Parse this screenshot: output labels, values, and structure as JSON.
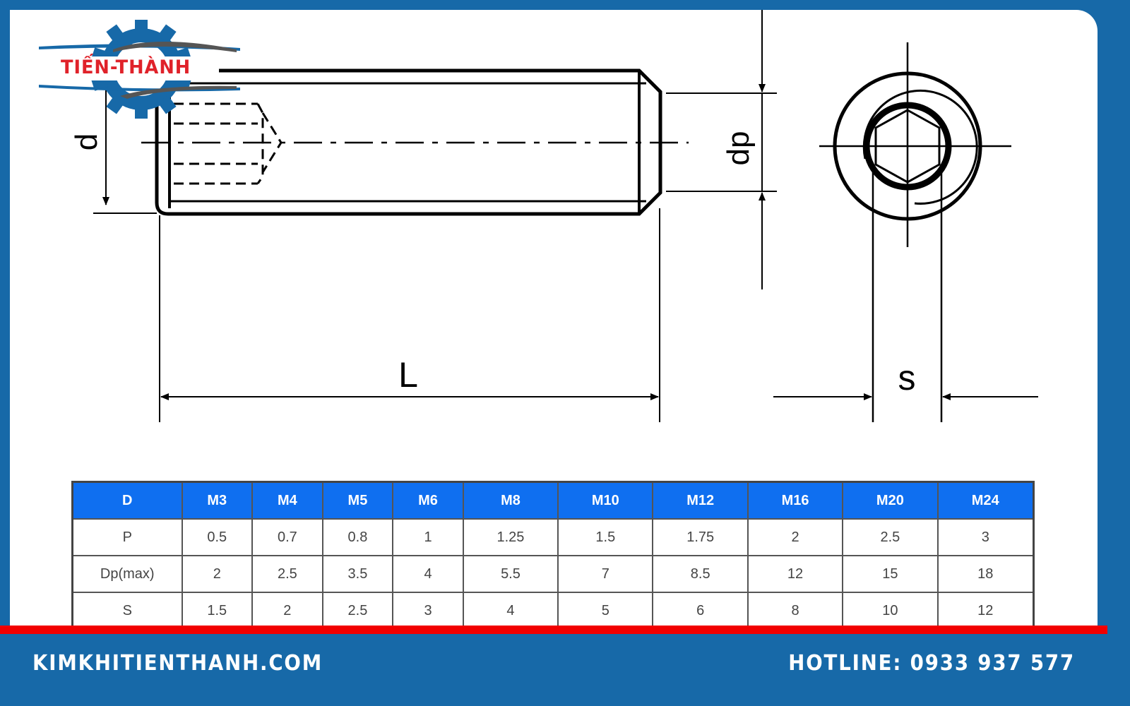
{
  "logo": {
    "brand": "TIẾN-THÀNH",
    "icon": "gear-icon",
    "colors": {
      "gear": "#1769a8",
      "text": "#e0222a",
      "swoosh": "#555555"
    }
  },
  "drawing": {
    "title": "Hex socket set screw (cone point) dimensional drawing",
    "labels": {
      "d": "d",
      "dp": "dp",
      "L": "L",
      "s": "s"
    }
  },
  "spec_table": {
    "headers": [
      "D",
      "M3",
      "M4",
      "M5",
      "M6",
      "M8",
      "M10",
      "M12",
      "M16",
      "M20",
      "M24"
    ],
    "rows": [
      {
        "label": "P",
        "values": [
          "0.5",
          "0.7",
          "0.8",
          "1",
          "1.25",
          "1.5",
          "1.75",
          "2",
          "2.5",
          "3"
        ]
      },
      {
        "label": "Dp(max)",
        "values": [
          "2",
          "2.5",
          "3.5",
          "4",
          "5.5",
          "7",
          "8.5",
          "12",
          "15",
          "18"
        ]
      },
      {
        "label": "S",
        "values": [
          "1.5",
          "2",
          "2.5",
          "3",
          "4",
          "5",
          "6",
          "8",
          "10",
          "12"
        ]
      }
    ],
    "header_color": "#0f6ff0"
  },
  "footer": {
    "website": "KIMKHITIENTHANH.COM",
    "hotline": "HOTLINE: 0933 937 577",
    "bg_color": "#1769a8",
    "stripe_color": "#f20000"
  }
}
